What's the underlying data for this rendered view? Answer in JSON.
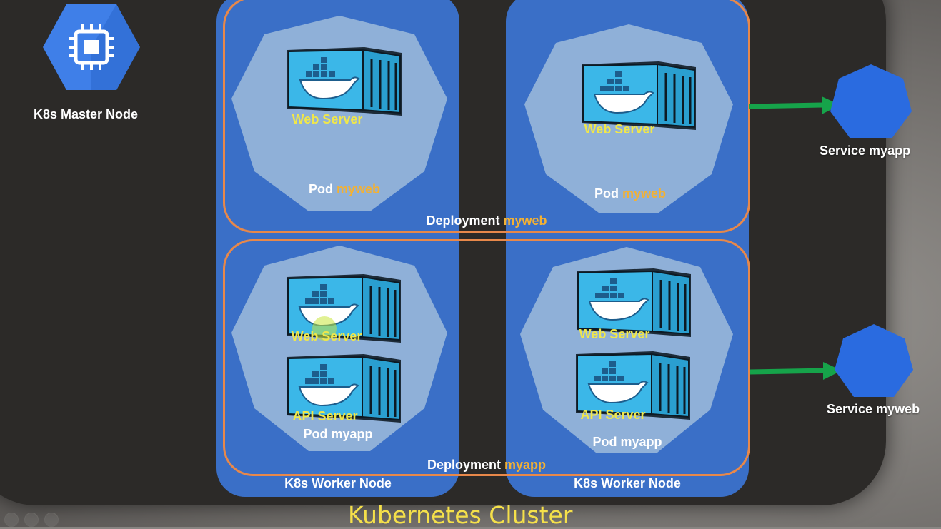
{
  "master": {
    "label": "K8s Master Node",
    "icon": "chip-icon"
  },
  "workers": [
    {
      "label": "K8s Worker Node"
    },
    {
      "label": "K8s Worker Node"
    }
  ],
  "deployments": {
    "myweb": {
      "prefix": "Deployment",
      "name": "myweb"
    },
    "myapp": {
      "prefix": "Deployment",
      "name": "myapp"
    }
  },
  "pods": {
    "web_left": {
      "prefix": "Pod",
      "name": "myweb",
      "containers": [
        "Web Server"
      ]
    },
    "web_right": {
      "prefix": "Pod",
      "name": "myweb",
      "containers": [
        "Web Server"
      ]
    },
    "app_left": {
      "label": "Pod myapp",
      "containers": [
        "Web Server",
        "API Server"
      ]
    },
    "app_right": {
      "label": "Pod myapp",
      "containers": [
        "Web Server",
        "API Server"
      ]
    }
  },
  "services": [
    {
      "label": "Service myapp"
    },
    {
      "label": "Service myweb"
    }
  ],
  "cluster": {
    "label": "Kubernetes Cluster"
  },
  "colors": {
    "worker": "#3a6fc7",
    "pod": "#8fb0d8",
    "deployment_border": "#e8884a",
    "accent_name": "#f3b133",
    "container_label": "#f0e74a",
    "service": "#2a6be0",
    "arrow": "#16a34a",
    "cluster_label": "#f5e04a"
  }
}
